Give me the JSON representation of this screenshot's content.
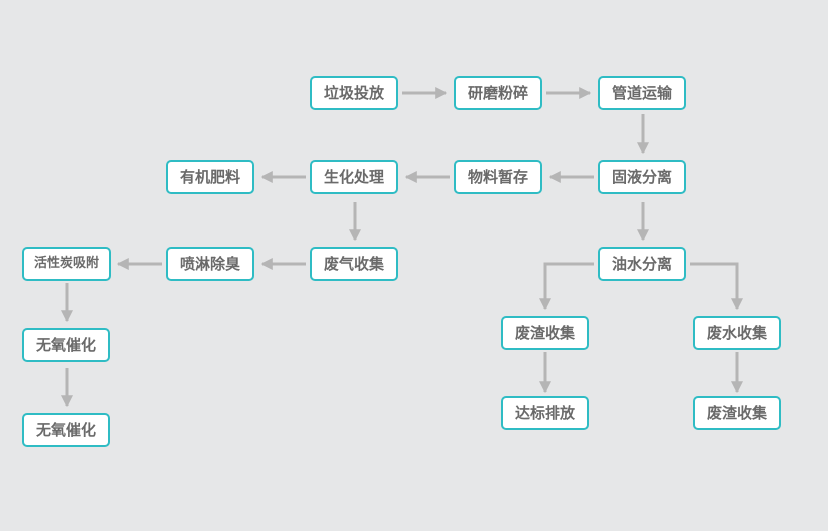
{
  "colors": {
    "background": "#e6e7e8",
    "node_border": "#2fbcc4",
    "node_fill": "#ffffff",
    "text": "#6a6a6a",
    "arrow": "#b5b5b5"
  },
  "nodes": {
    "garbage_input": "垃圾投放",
    "crushing": "研磨粉碎",
    "pipe_transport": "管道运输",
    "solid_liquid_separation": "固液分离",
    "material_storage": "物料暂存",
    "biochemical_treatment": "生化处理",
    "organic_fertilizer": "有机肥料",
    "waste_gas_collection": "废气收集",
    "spray_deodorization": "喷淋除臭",
    "activated_carbon_adsorption": "活性炭吸附",
    "anaerobic_catalysis_1": "无氧催化",
    "anaerobic_catalysis_2": "无氧催化",
    "oil_water_separation": "油水分离",
    "residue_collection_left": "废渣收集",
    "discharge_compliant": "达标排放",
    "wastewater_collection": "废水收集",
    "residue_collection_right": "废渣收集"
  }
}
